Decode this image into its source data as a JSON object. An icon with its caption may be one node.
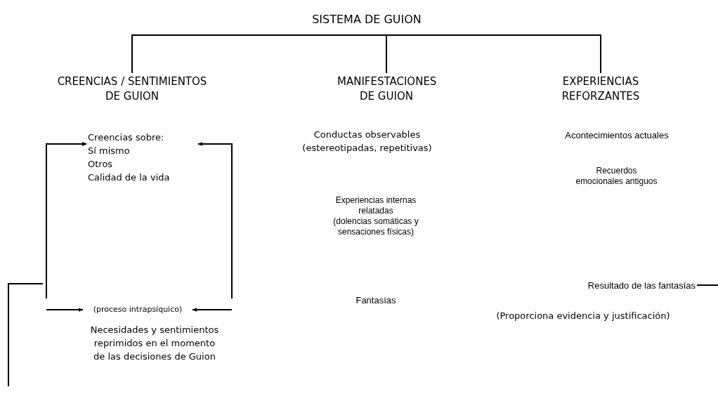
{
  "diagram": {
    "nodes": [
      {
        "text": [
          "SISTEMA DE GUION"
        ]
      },
      {
        "text": [
          "CREENCIAS / SENTIMIENTOS DE GUION"
        ]
      },
      {
        "text": [
          "MANIFESTACIONES DE GUION"
        ]
      },
      {
        "text": [
          "EXPERIENCIAS REFORZANTES"
        ]
      },
      {
        "text": [
          "Creencias sobre:",
          "Sí mismo",
          "Otros",
          "Calidad de la vida"
        ]
      },
      {
        "text": [
          "(proceso intrapsíquico)"
        ]
      },
      {
        "text": [
          "Necesidades y sentimientos reprimidos en el momento de las decisiones de Guion"
        ]
      },
      {
        "text": [
          "Conductas observables (estereotipadas, repetitivas)"
        ]
      },
      {
        "text": [
          "Experiencias internas relatadas",
          "(dolencias somáticas y sensaciones físicas)"
        ]
      },
      {
        "text": [
          "Fantasías"
        ]
      },
      {
        "text": [
          "Acontecimientos actuales"
        ]
      },
      {
        "text": [
          "Recuerdos emocionales antiguos"
        ]
      },
      {
        "text": [
          "Resultado de las fantasías"
        ]
      },
      {
        "text": [
          "(Proporciona evidencia y justificación)"
        ]
      }
    ],
    "edges": [
      {
        "from": 0,
        "to": 1,
        "arrow": "none"
      },
      {
        "from": 0,
        "to": 2,
        "arrow": "none"
      },
      {
        "from": 0,
        "to": 3,
        "arrow": "none"
      },
      {
        "from": null,
        "to": 4,
        "arrow": "to"
      },
      {
        "from": null,
        "to": 4,
        "arrow": "to"
      },
      {
        "from": null,
        "to": 5,
        "arrow": "to"
      },
      {
        "from": null,
        "to": 5,
        "arrow": "to"
      },
      {
        "from": 12,
        "to": null,
        "arrow": "none"
      },
      {
        "from": null,
        "to": 4,
        "arrow": "to"
      }
    ]
  }
}
